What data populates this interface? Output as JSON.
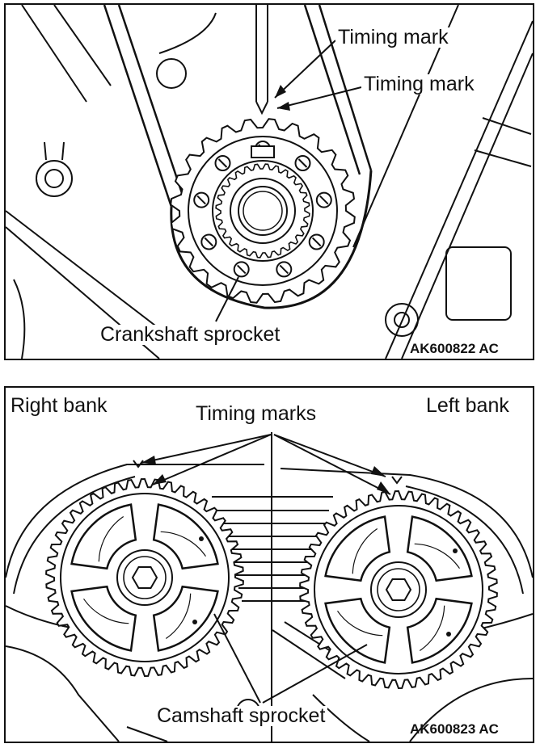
{
  "top_panel": {
    "label_timing_mark_1": "Timing mark",
    "label_timing_mark_2": "Timing mark",
    "label_crankshaft": "Crankshaft sprocket",
    "code": "AK600822 AC"
  },
  "bottom_panel": {
    "label_right_bank": "Right bank",
    "label_left_bank": "Left bank",
    "label_timing_marks": "Timing marks",
    "label_camshaft": "Camshaft sprocket",
    "code": "AK600823 AC"
  },
  "colors": {
    "line": "#111111",
    "background": "#ffffff"
  }
}
